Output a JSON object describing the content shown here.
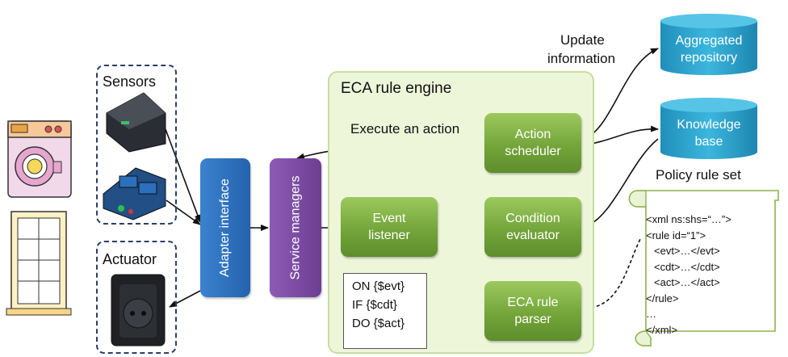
{
  "sensors_label": "Sensors",
  "actuator_label": "Actuator",
  "adapter_interface": "Adapter interface",
  "service_managers": "Service managers",
  "engine_title": "ECA  rule engine",
  "event_listener": [
    "Event",
    "listener"
  ],
  "condition_evaluator": [
    "Condition",
    "evaluator"
  ],
  "action_scheduler": [
    "Action",
    "scheduler"
  ],
  "eca_rule_parser": [
    "ECA  rule",
    "parser"
  ],
  "execute_action": "Execute an action",
  "update_information": [
    "Update",
    "information"
  ],
  "aggregated_repository": [
    "Aggregated",
    "repository"
  ],
  "knowledge_base": [
    "Knowledge",
    "base"
  ],
  "policy_rule_set_title": "Policy  rule set",
  "rule_code": [
    "ON {$evt}",
    "IF {$cdt}",
    "DO {$act}"
  ],
  "policy_lines": [
    "<xml ns:shs=“…”>",
    "<rule id=“1”>",
    "  <evt>…</evt>",
    "  <cdt>…</cdt>",
    "  <act>…</act>",
    "</rule>",
    "…",
    "</xml>"
  ],
  "colors": {
    "adapter": "#2b6fbd",
    "service": "#7a4aa0",
    "green": "#74a53a",
    "cylinder": "#2aa0c8",
    "engine_bg": "#eef6da"
  },
  "icons": [
    "washing-machine-icon",
    "window-icon",
    "motion-sensor-icon",
    "relay-board-icon",
    "smart-plug-icon"
  ]
}
